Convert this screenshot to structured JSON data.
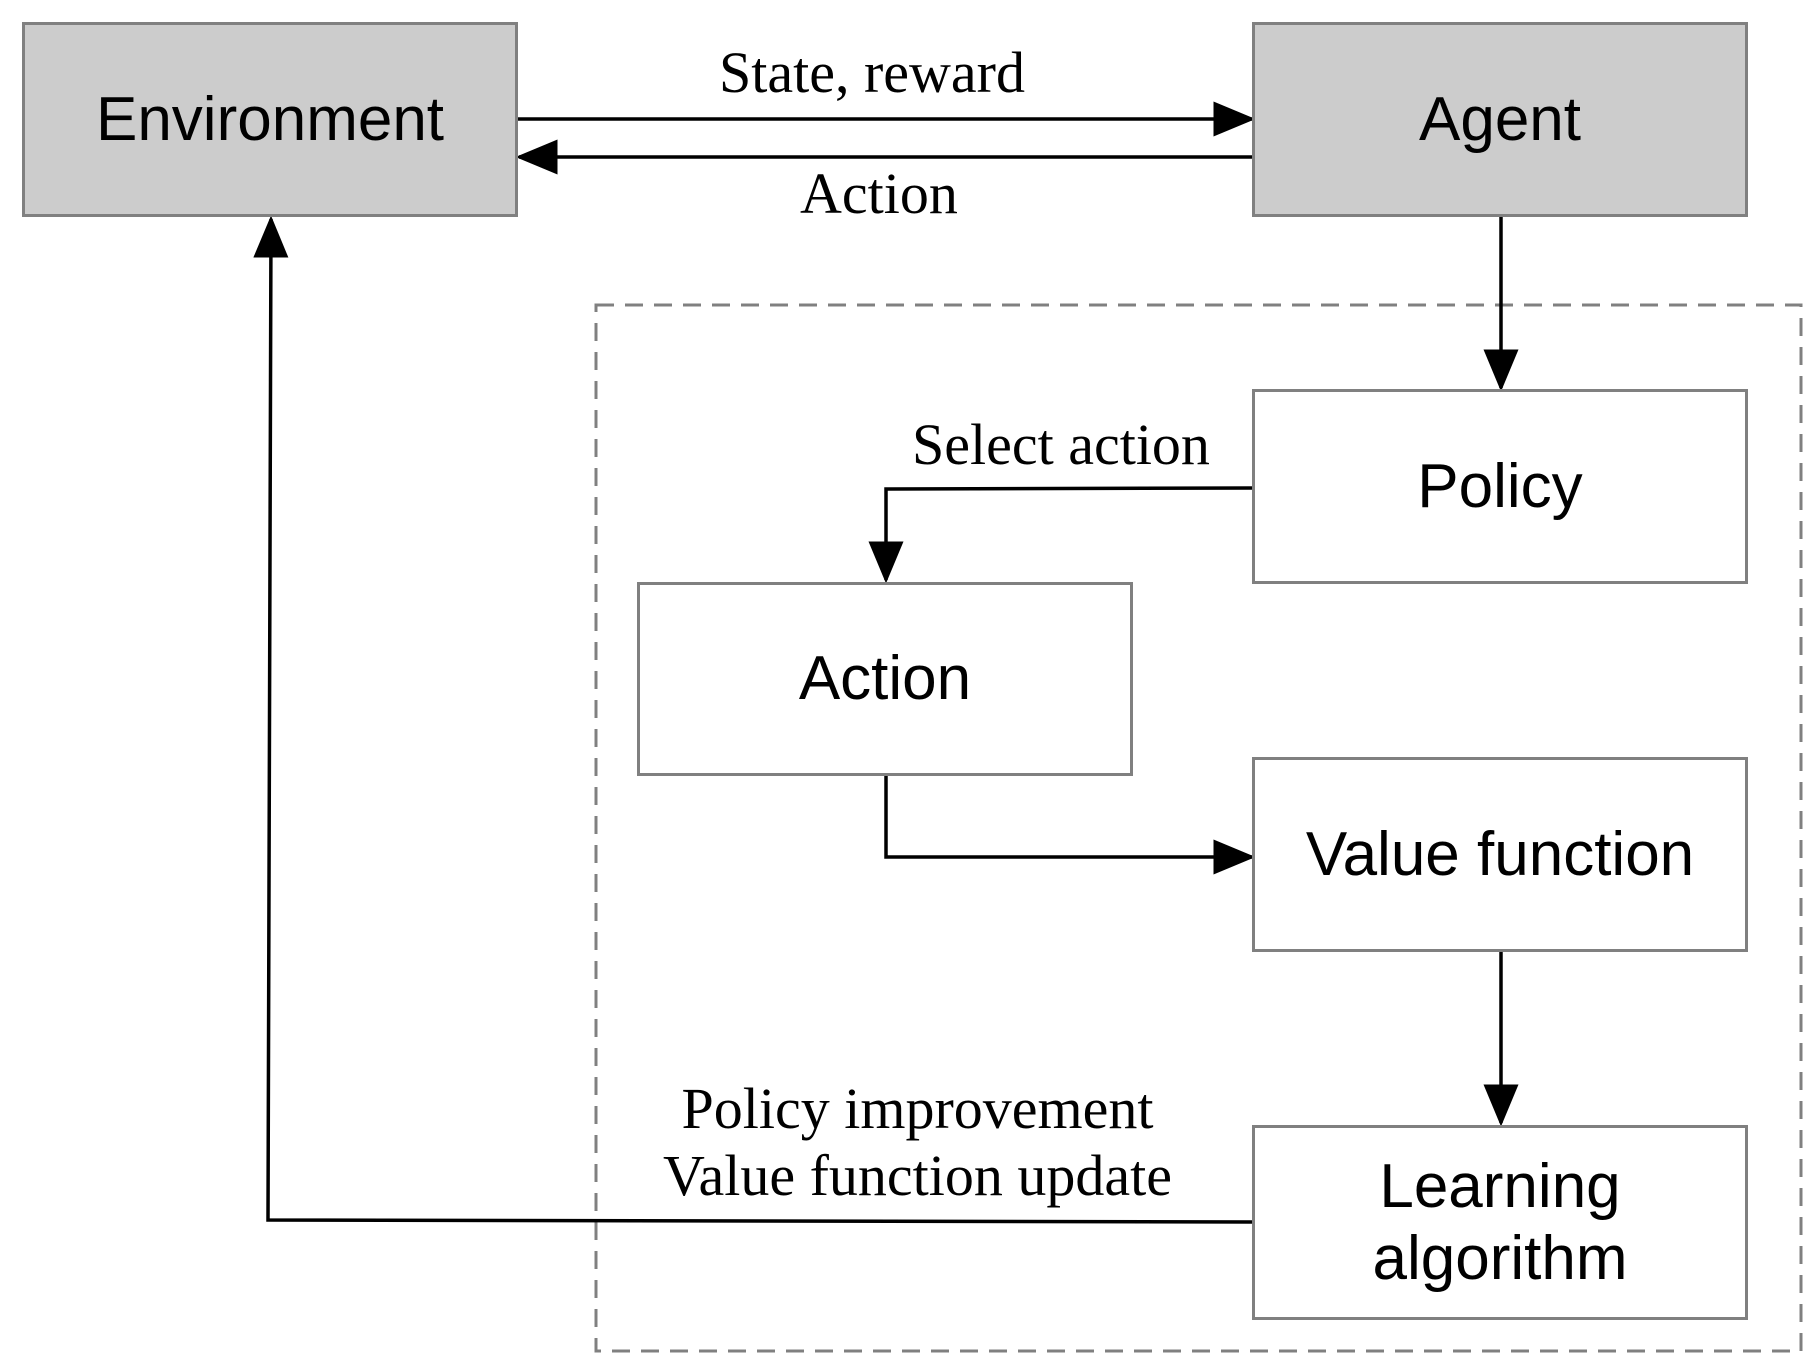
{
  "nodes": {
    "environment": "Environment",
    "agent": "Agent",
    "policy": "Policy",
    "action": "Action",
    "value_function": "Value function",
    "learning_algorithm": "Learning\nalgorithm"
  },
  "edge_labels": {
    "state_reward": "State, reward",
    "action": "Action",
    "select_action": "Select action",
    "policy_improvement": "Policy improvement",
    "value_function_update": "Value function update"
  },
  "colors": {
    "box_fill_gray": "#cccccc",
    "box_border": "#808080",
    "arrow": "#000000",
    "dashed_border": "#808080"
  }
}
